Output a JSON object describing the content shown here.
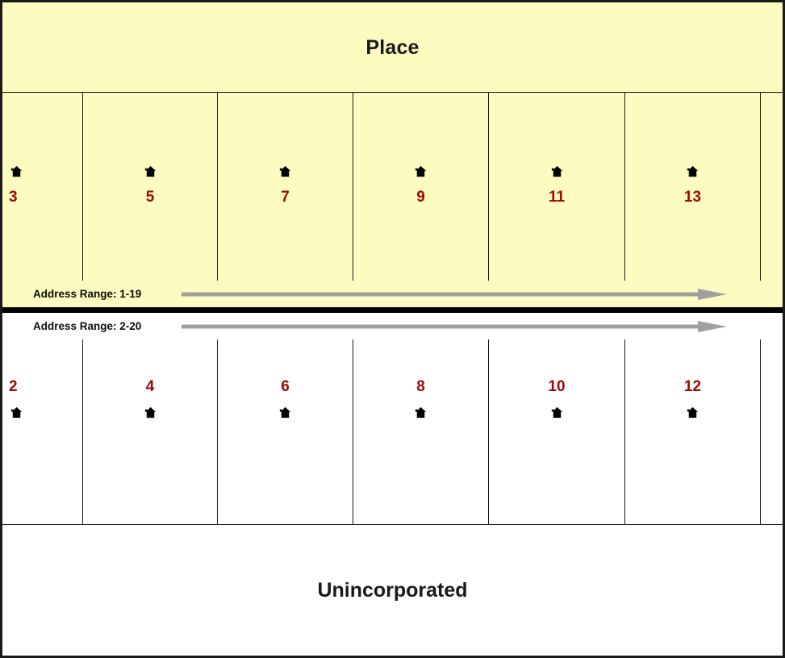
{
  "diagram": {
    "title_top": "Place",
    "title_bottom": "Unincorporated",
    "colors": {
      "place_fill": "#fdfbbf",
      "unincorporated_fill": "#ffffff",
      "house_icon": "#000000",
      "lot_number": "#a00808",
      "boundary_line": "#000000",
      "arrow": "#a0a0a0",
      "frame_border": "#1a1a18"
    }
  },
  "place_side": {
    "label": "Place",
    "lots": [
      {
        "number": "3",
        "icon": "house-icon"
      },
      {
        "number": "5",
        "icon": "house-icon"
      },
      {
        "number": "7",
        "icon": "house-icon"
      },
      {
        "number": "9",
        "icon": "house-icon"
      },
      {
        "number": "11",
        "icon": "house-icon"
      },
      {
        "number": "13",
        "icon": "house-icon"
      },
      {
        "number": "",
        "icon": ""
      }
    ]
  },
  "unincorporated_side": {
    "label": "Unincorporated",
    "lots": [
      {
        "number": "2",
        "icon": "house-icon"
      },
      {
        "number": "4",
        "icon": "house-icon"
      },
      {
        "number": "6",
        "icon": "house-icon"
      },
      {
        "number": "8",
        "icon": "house-icon"
      },
      {
        "number": "10",
        "icon": "house-icon"
      },
      {
        "number": "12",
        "icon": "house-icon"
      },
      {
        "number": "",
        "icon": ""
      }
    ]
  },
  "address_ranges": {
    "odd_side": {
      "label": "Address Range: 1-19",
      "direction": "right"
    },
    "even_side": {
      "label": "Address Range: 2-20",
      "direction": "right"
    }
  }
}
